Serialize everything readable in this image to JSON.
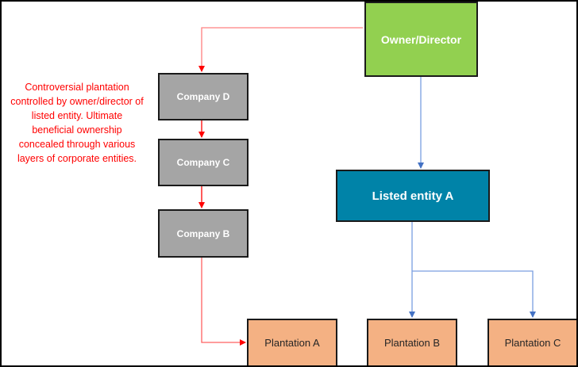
{
  "diagram": {
    "nodes": {
      "owner": {
        "label": "Owner/Director",
        "color": "#92d050"
      },
      "listed_entity": {
        "label": "Listed entity A",
        "color": "#0083a8"
      },
      "company_d": {
        "label": "Company D",
        "color": "#a5a5a5"
      },
      "company_c": {
        "label": "Company C",
        "color": "#a5a5a5"
      },
      "company_b": {
        "label": "Company B",
        "color": "#a5a5a5"
      },
      "plantation_a": {
        "label": "Plantation A",
        "color": "#f4b183"
      },
      "plantation_b": {
        "label": "Plantation B",
        "color": "#f4b183"
      },
      "plantation_c": {
        "label": "Plantation C",
        "color": "#f4b183"
      }
    },
    "annotation": "Controversial plantation controlled by owner/director of listed entity. Ultimate beneficial ownership concealed through various layers of corporate entities.",
    "edges": [
      {
        "from": "Owner/Director",
        "to": "Company D",
        "color": "#ff0000"
      },
      {
        "from": "Company D",
        "to": "Company C",
        "color": "#ff0000"
      },
      {
        "from": "Company C",
        "to": "Company B",
        "color": "#ff0000"
      },
      {
        "from": "Company B",
        "to": "Plantation A",
        "color": "#ff0000"
      },
      {
        "from": "Owner/Director",
        "to": "Listed entity A",
        "color": "#4472c4"
      },
      {
        "from": "Listed entity A",
        "to": "Plantation B",
        "color": "#4472c4"
      },
      {
        "from": "Listed entity A",
        "to": "Plantation C",
        "color": "#4472c4"
      }
    ]
  }
}
